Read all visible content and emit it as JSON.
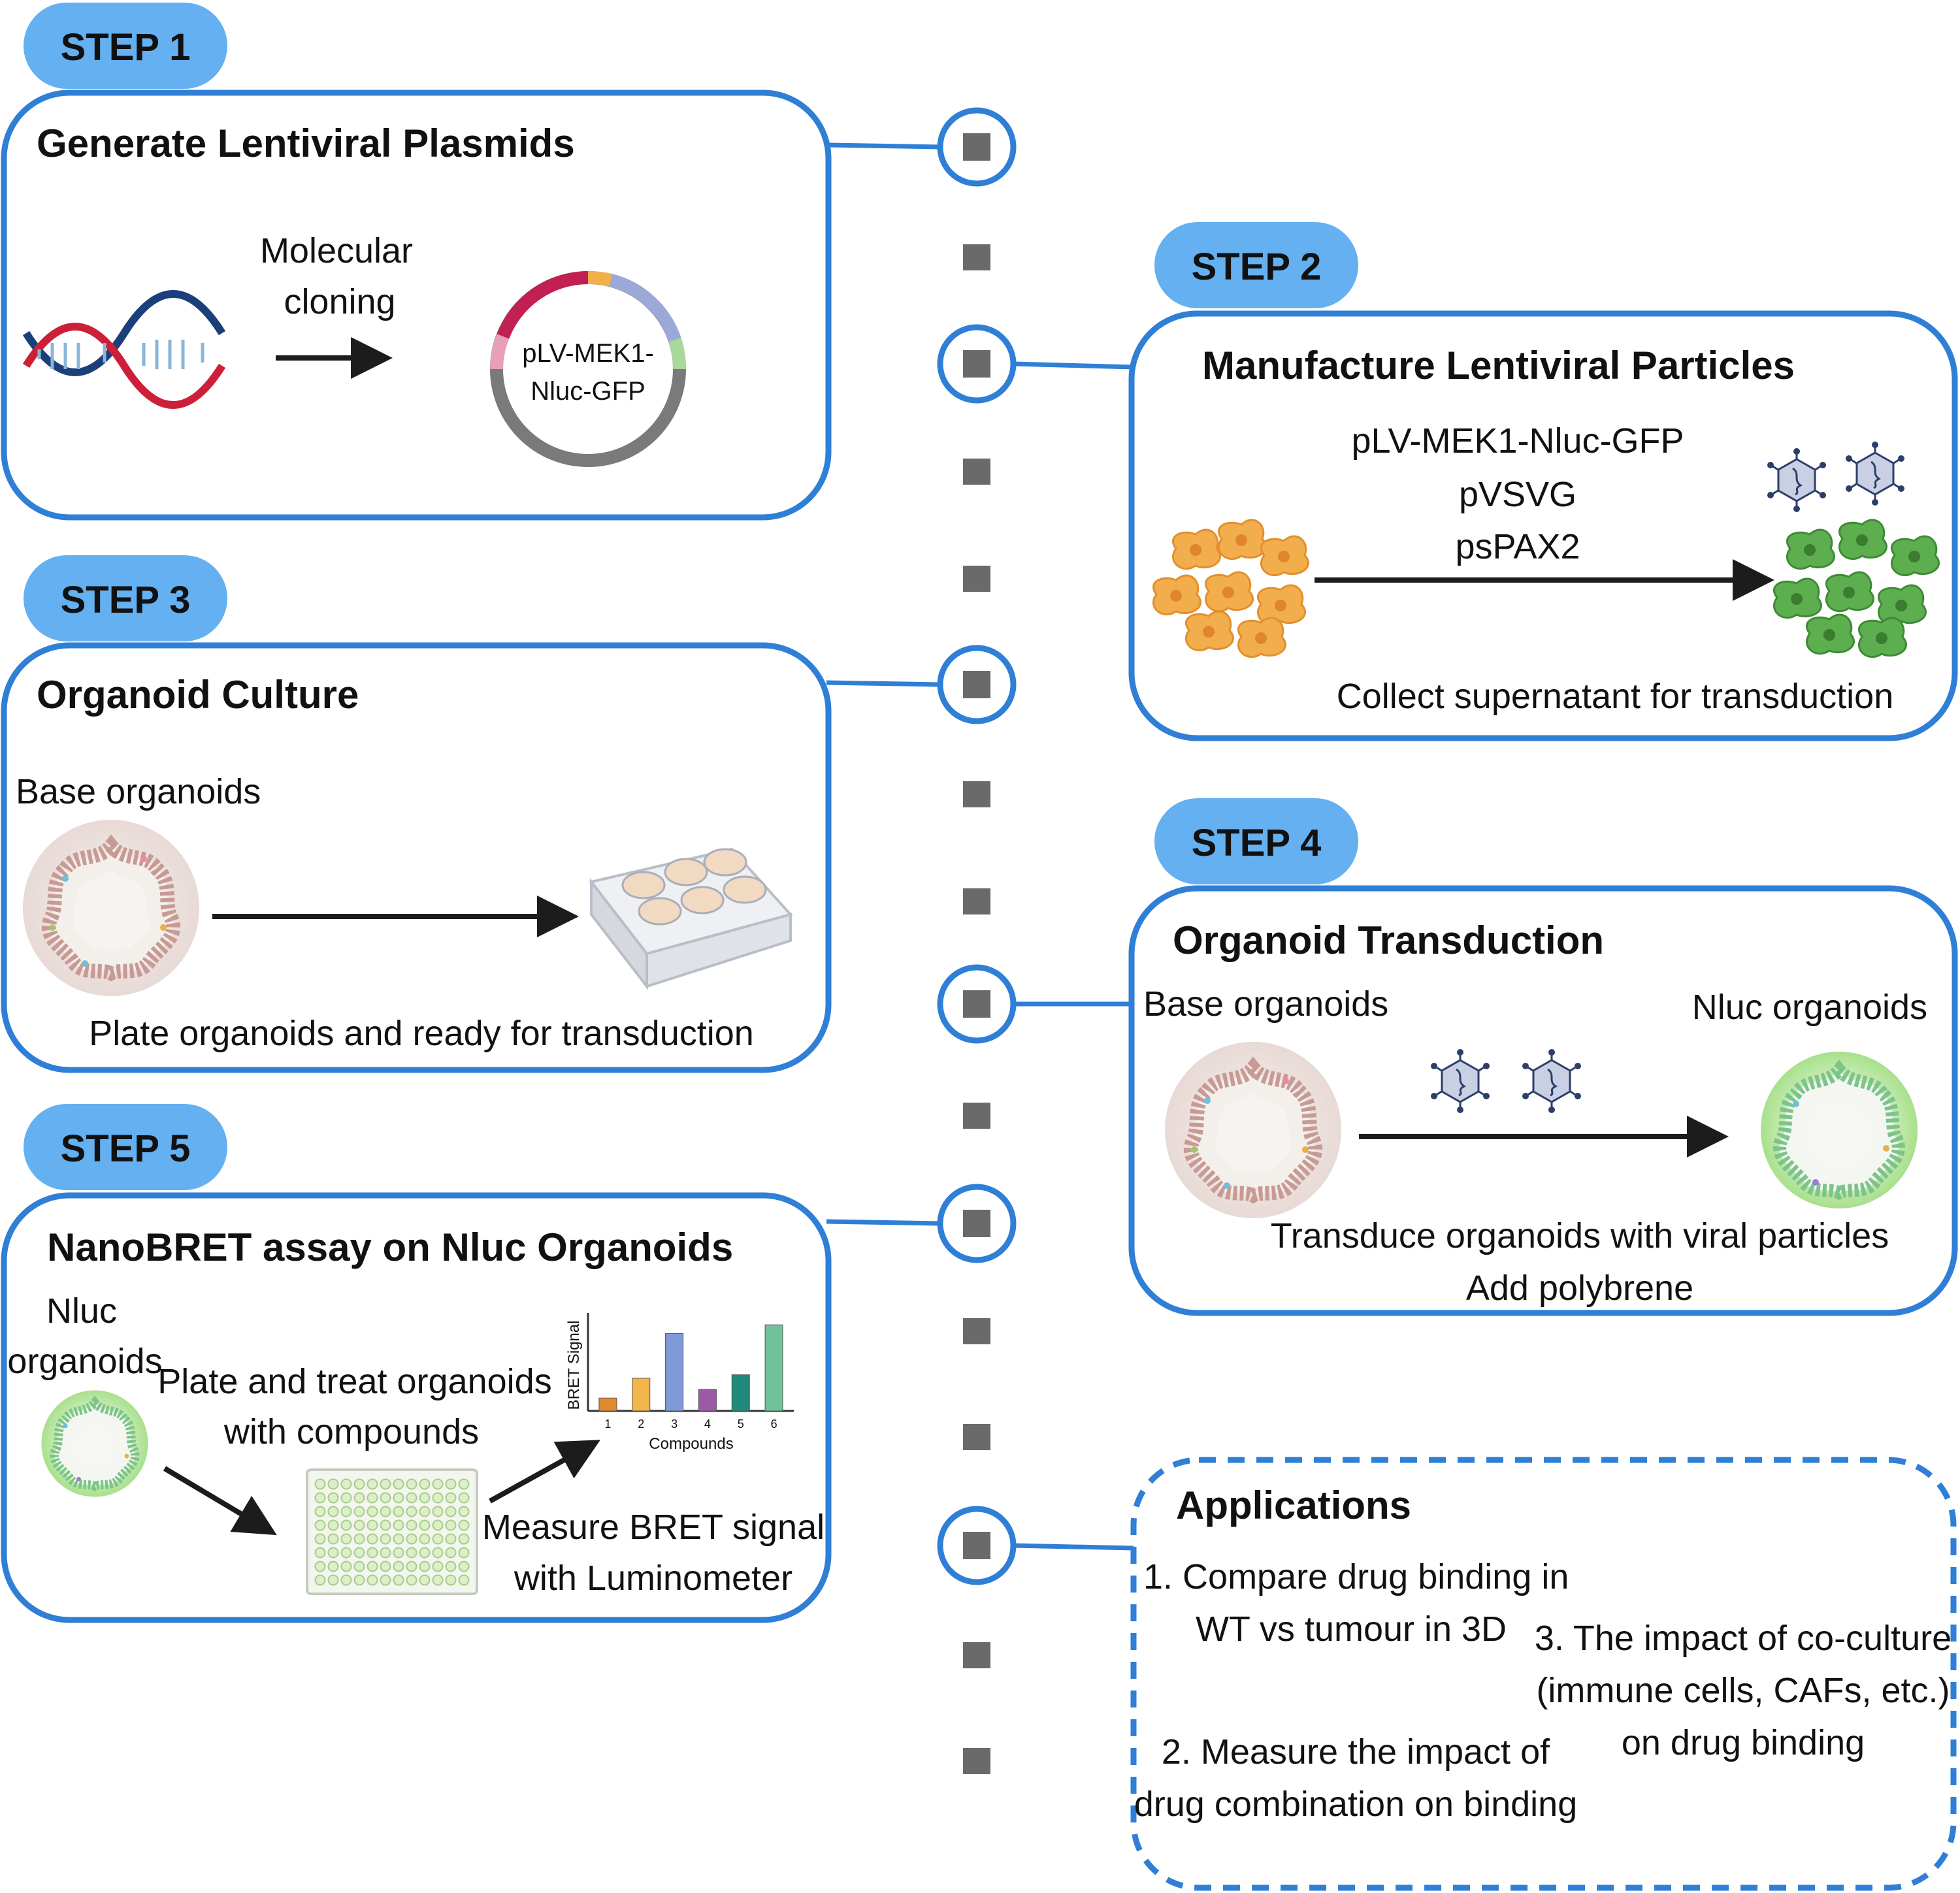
{
  "colors": {
    "accent_blue": "#2f7fd6",
    "badge_fill": "#64b0f0",
    "timeline_gray": "#6a6a6a",
    "arrow": "#1c1c1c",
    "orange_cells": "#f0a83c",
    "green_cells": "#58a84a"
  },
  "step1": {
    "badge": "STEP 1",
    "title": "Generate Lentiviral Plasmids",
    "arrow_label_line1": "Molecular",
    "arrow_label_line2": "cloning",
    "plasmid_line1": "pLV-MEK1-",
    "plasmid_line2": "Nluc-GFP",
    "dna_icon": "dna-helix-icon",
    "plasmid_icon": "plasmid-ring-icon"
  },
  "step2": {
    "badge": "STEP 2",
    "title": "Manufacture Lentiviral Particles",
    "plasmids": [
      "pLV-MEK1-Nluc-GFP",
      "pVSVG",
      "psPAX2"
    ],
    "caption": "Collect supernatant for transduction",
    "icons": [
      "orange-cells-icon",
      "green-cells-icon",
      "virus-icon"
    ]
  },
  "step3": {
    "badge": "STEP 3",
    "title": "Organoid Culture",
    "left_label": "Base organoids",
    "caption": "Plate organoids and ready for transduction",
    "icons": [
      "organoid-icon",
      "six-well-plate-icon"
    ]
  },
  "step4": {
    "badge": "STEP 4",
    "title": "Organoid Transduction",
    "left_label": "Base organoids",
    "right_label": "Nluc organoids",
    "caption_line1": "Transduce organoids with viral particles",
    "caption_line2": "Add polybrene",
    "icons": [
      "organoid-icon",
      "virus-icon",
      "nluc-organoid-icon"
    ]
  },
  "step5": {
    "badge": "STEP 5",
    "title": "NanoBRET assay on Nluc Organoids",
    "organoid_label_line1": "Nluc",
    "organoid_label_line2": "organoids",
    "plate_label_line1": "Plate and treat organoids",
    "plate_label_line2": "with compounds",
    "measure_label_line1": "Measure BRET signal",
    "measure_label_line2": "with Luminometer",
    "icons": [
      "nluc-organoid-icon",
      "96-well-plate-icon",
      "bar-chart-icon"
    ]
  },
  "applications": {
    "title": "Applications",
    "item1_line1": "1. Compare drug binding in",
    "item1_line2": "WT vs tumour in 3D",
    "item2_line1": "2. Measure the impact of",
    "item2_line2": "drug combination on binding",
    "item3_line1": "3. The impact of co-culture",
    "item3_line2": "(immune cells, CAFs, etc.)",
    "item3_line3": "on drug binding"
  },
  "chart_data": {
    "type": "bar",
    "categories": [
      "1",
      "2",
      "3",
      "4",
      "5",
      "6"
    ],
    "values": [
      0.15,
      0.38,
      0.9,
      0.25,
      0.42,
      1.0
    ],
    "bar_colors": [
      "#e08a2c",
      "#f2b54a",
      "#7f9ad6",
      "#9c5aa6",
      "#1f8a7a",
      "#6fc29a"
    ],
    "xlabel": "Compounds",
    "ylabel": "BRET Signal",
    "ylim": [
      0,
      1.1
    ]
  }
}
